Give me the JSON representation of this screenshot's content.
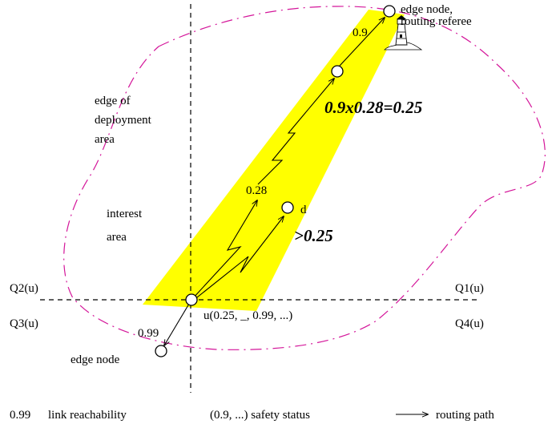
{
  "colors": {
    "interest_area": "#ffff00",
    "deployment_boundary": "#d4169a",
    "lines": "#000000"
  },
  "labels": {
    "edge_referee_line1": "edge node,",
    "edge_referee_line2": "routing referee",
    "deployment_line1": "edge of",
    "deployment_line2": "deployment",
    "deployment_line3": "area",
    "interest_line1": "interest",
    "interest_line2": "area",
    "edge_node": "edge node",
    "node_d": "d",
    "node_u": "u(0.25, _, 0.99, ...)",
    "q1": "Q1(u)",
    "q2": "Q2(u)",
    "q3": "Q3(u)",
    "q4": "Q4(u)"
  },
  "values": {
    "link_top": "0.9",
    "link_mid": "0.28",
    "link_bottom": "0.99",
    "product": "0.9x0.28=0.25",
    "threshold": ">0.25"
  },
  "legend": {
    "reachability_value": "0.99",
    "reachability_text": "link reachability",
    "safety_text": "(0.9, ...) safety status",
    "routing_text": "routing path"
  },
  "icons": {
    "lighthouse": "lighthouse-icon"
  }
}
